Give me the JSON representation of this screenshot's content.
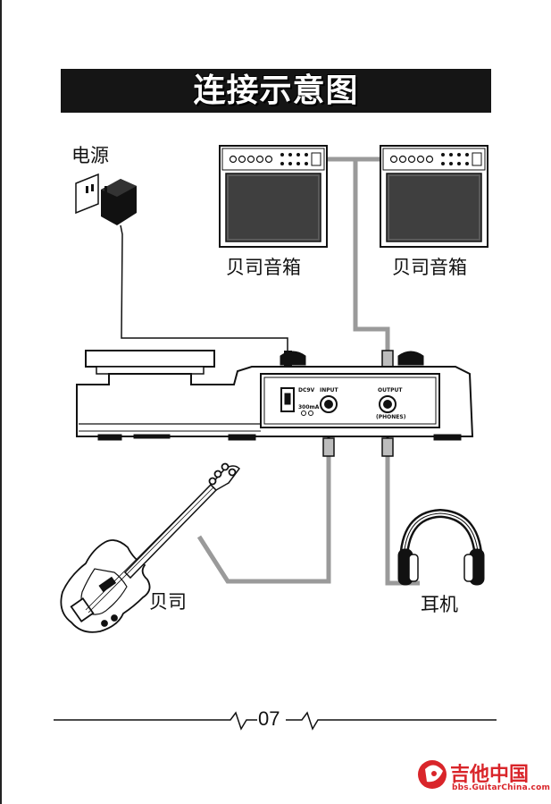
{
  "title": "连接示意图",
  "labels": {
    "power": "电源",
    "amp_left": "贝司音箱",
    "amp_right": "贝司音箱",
    "bass": "贝司",
    "headphones": "耳机"
  },
  "panel": {
    "dc": "DC9V",
    "current": "300mA",
    "input": "INPUT",
    "output": "OUTPUT",
    "phones": "(PHONES)"
  },
  "page_number": "07",
  "watermark": {
    "name": "吉他中国",
    "url": "bbs.GuitarChina.com"
  },
  "colors": {
    "title_bg": "#151515",
    "cable": "#9a9a9a",
    "watermark": "#d9252a"
  }
}
